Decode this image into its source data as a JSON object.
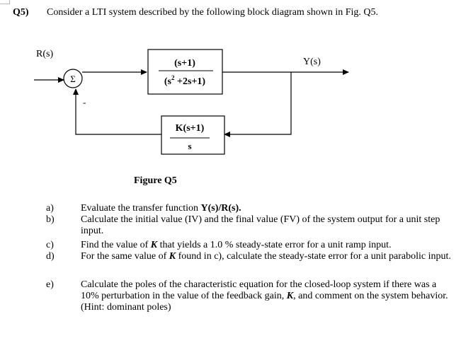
{
  "question": {
    "number": "Q5)",
    "intro": "Consider a LTI system described by the following block diagram shown in Fig. Q5."
  },
  "diagram": {
    "input_label": "R(s)",
    "output_label": "Y(s)",
    "summer_symbol": "Σ",
    "feedback_sign": "-",
    "forward_block": {
      "numerator": "(s+1)",
      "denominator_base": "(s",
      "denominator_exponent": "2",
      "denominator_rest": " +2s+1)"
    },
    "feedback_block": {
      "numerator": "K(s+1)",
      "denominator": "s"
    },
    "caption": "Figure Q5"
  },
  "parts": [
    {
      "letter": "a)",
      "segments": [
        {
          "text": "Evaluate the transfer function "
        },
        {
          "text": "Y(s)/R(s).",
          "bold": true
        }
      ]
    },
    {
      "letter": "b)",
      "segments": [
        {
          "text": "Calculate the initial value (IV) and the final value (FV) of the system output for a unit step input."
        }
      ]
    },
    {
      "letter": "c)",
      "segments": [
        {
          "text": "Find the value of "
        },
        {
          "text": "K",
          "bold": true,
          "italic": true
        },
        {
          "text": " that yields a 1.0 % steady-state error for a unit ramp input."
        }
      ]
    },
    {
      "letter": "d)",
      "segments": [
        {
          "text": "For the same value of "
        },
        {
          "text": "K",
          "bold": true,
          "italic": true
        },
        {
          "text": " found in c), calculate the steady-state error for a unit parabolic input."
        }
      ]
    },
    {
      "letter": "e)",
      "segments": [
        {
          "text": "Calculate the poles of the characteristic equation for the closed-loop system if there was a 10% perturbation in the value of the feedback gain, "
        },
        {
          "text": "K",
          "bold": true,
          "italic": true
        },
        {
          "text": ", and comment on the system behavior. (Hint: dominant poles)"
        }
      ]
    }
  ]
}
